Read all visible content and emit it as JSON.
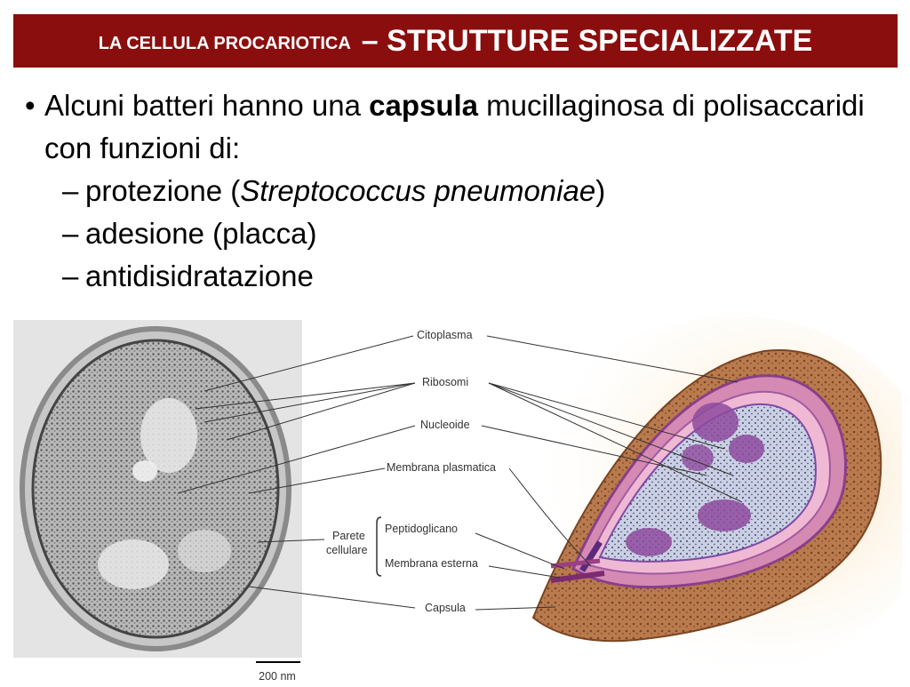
{
  "title": {
    "small": "LA CELLULA PROCARIOTICA",
    "big": "– STRUTTURE SPECIALIZZATE"
  },
  "bullet": {
    "text_before": "Alcuni batteri hanno una ",
    "bold": "capsula",
    "text_after": " mucillaginosa di polisaccaridi con funzioni di:",
    "sub": [
      {
        "before": "protezione (",
        "italic": "Streptococcus pneumoniae",
        "after": ")"
      },
      {
        "before": "adesione (placca)",
        "italic": "",
        "after": ""
      },
      {
        "before": "antidisidratazione",
        "italic": "",
        "after": ""
      }
    ]
  },
  "figure": {
    "labels": {
      "citoplasma": "Citoplasma",
      "ribosomi": "Ribosomi",
      "nucleoide": "Nucleoide",
      "membrana_plasmatica": "Membrana plasmatica",
      "parete_1": "Parete",
      "parete_2": "cellulare",
      "peptidoglicano": "Peptidoglicano",
      "membrana_esterna": "Membrana esterna",
      "capsula": "Capsula"
    },
    "scale_bar": "200 nm"
  }
}
